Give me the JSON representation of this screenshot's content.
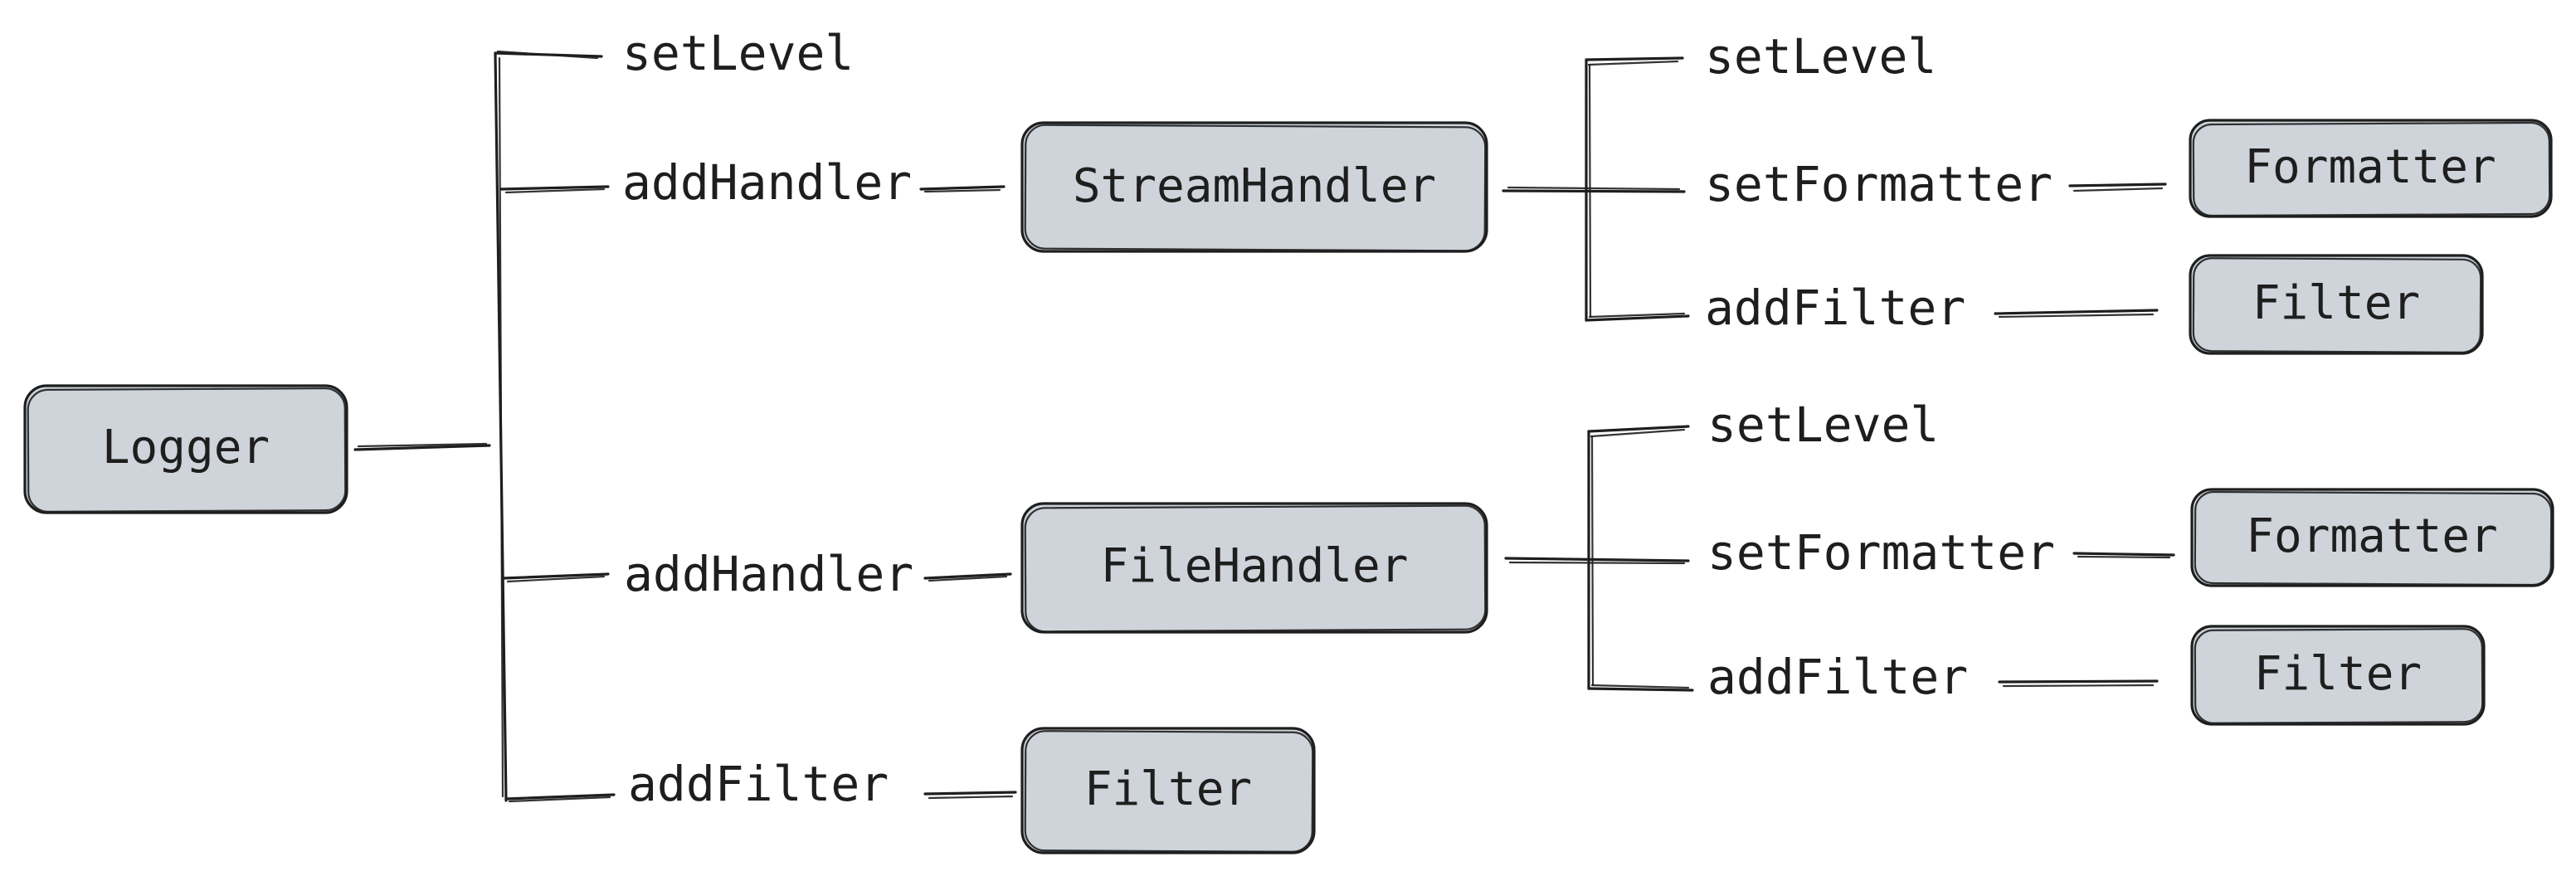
{
  "colors": {
    "box_fill": "#ced4da",
    "stroke": "#1e1e1e",
    "background": "#ffffff"
  },
  "logger": {
    "label": "Logger",
    "methods": {
      "set_level": "setLevel",
      "add_handler_1": "addHandler",
      "add_handler_2": "addHandler",
      "add_filter": "addFilter"
    },
    "filter_label": "Filter"
  },
  "stream_handler": {
    "label": "StreamHandler",
    "methods": {
      "set_level": "setLevel",
      "set_formatter": "setFormatter",
      "add_filter": "addFilter"
    },
    "formatter_label": "Formatter",
    "filter_label": "Filter"
  },
  "file_handler": {
    "label": "FileHandler",
    "methods": {
      "set_level": "setLevel",
      "set_formatter": "setFormatter",
      "add_filter": "addFilter"
    },
    "formatter_label": "Formatter",
    "filter_label": "Filter"
  }
}
